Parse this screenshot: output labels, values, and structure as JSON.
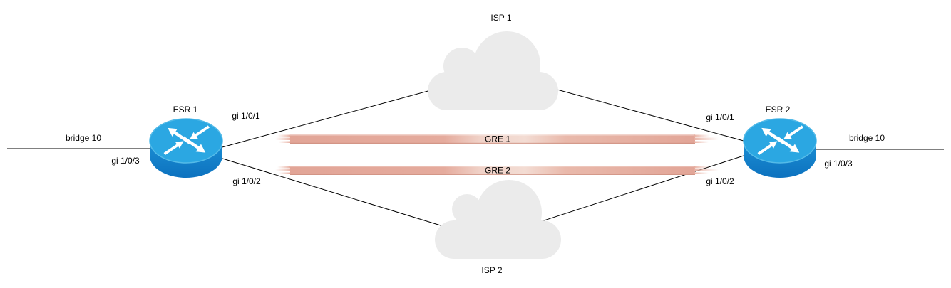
{
  "diagram": {
    "routers": [
      {
        "name": "ESR 1",
        "interfaces": {
          "wan1": "gi 1/0/1",
          "wan2": "gi 1/0/2",
          "lan": "gi 1/0/3",
          "bridge": "bridge 10"
        }
      },
      {
        "name": "ESR 2",
        "interfaces": {
          "wan1": "gi 1/0/1",
          "wan2": "gi 1/0/2",
          "lan": "gi 1/0/3",
          "bridge": "bridge 10"
        }
      }
    ],
    "clouds": [
      {
        "name": "ISP 1"
      },
      {
        "name": "ISP 2"
      }
    ],
    "tunnels": [
      {
        "name": "GRE 1"
      },
      {
        "name": "GRE 2"
      }
    ],
    "colors": {
      "router_top": "#2ba7e2",
      "router_body_light": "#1b8fd4",
      "router_body_dark": "#0d72bf",
      "router_rim": "#55bbe8",
      "cloud_fill": "#ebebeb",
      "tunnel_fill": "#e2a597",
      "tunnel_highlight": "#f3dcd3",
      "tunnel_shade": "#cc8d7d",
      "line": "#000000",
      "label_text": "#000000",
      "background": "#ffffff"
    }
  }
}
